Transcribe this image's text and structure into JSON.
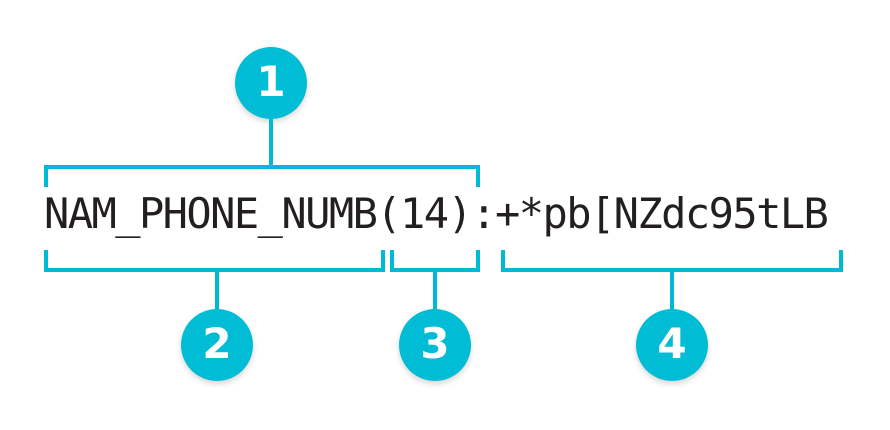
{
  "diagram": {
    "type": "annotated-string-breakdown",
    "background_color": "#ffffff",
    "accent_color": "#00bcd4",
    "bracket_color": "#00b9d7",
    "text_color": "#231f20",
    "code_line": {
      "full_text": "NAM_PHONE_NUMB(14):+*pb[NZdc95tLB",
      "segments": [
        {
          "id": "field-name",
          "text": "NAM_PHONE_NUMB"
        },
        {
          "id": "field-length",
          "text": "(14)"
        },
        {
          "id": "separator",
          "text": ":"
        },
        {
          "id": "field-value",
          "text": "+*pb[NZdc95tLB"
        }
      ]
    },
    "callouts": [
      {
        "number": "1",
        "position": "top",
        "covers": "NAM_PHONE_NUMB(14)"
      },
      {
        "number": "2",
        "position": "bottom",
        "covers": "NAM_PHONE_NUMB"
      },
      {
        "number": "3",
        "position": "bottom",
        "covers": "(14)"
      },
      {
        "number": "4",
        "position": "bottom",
        "covers": "+*pb[NZdc95tLB"
      }
    ]
  }
}
